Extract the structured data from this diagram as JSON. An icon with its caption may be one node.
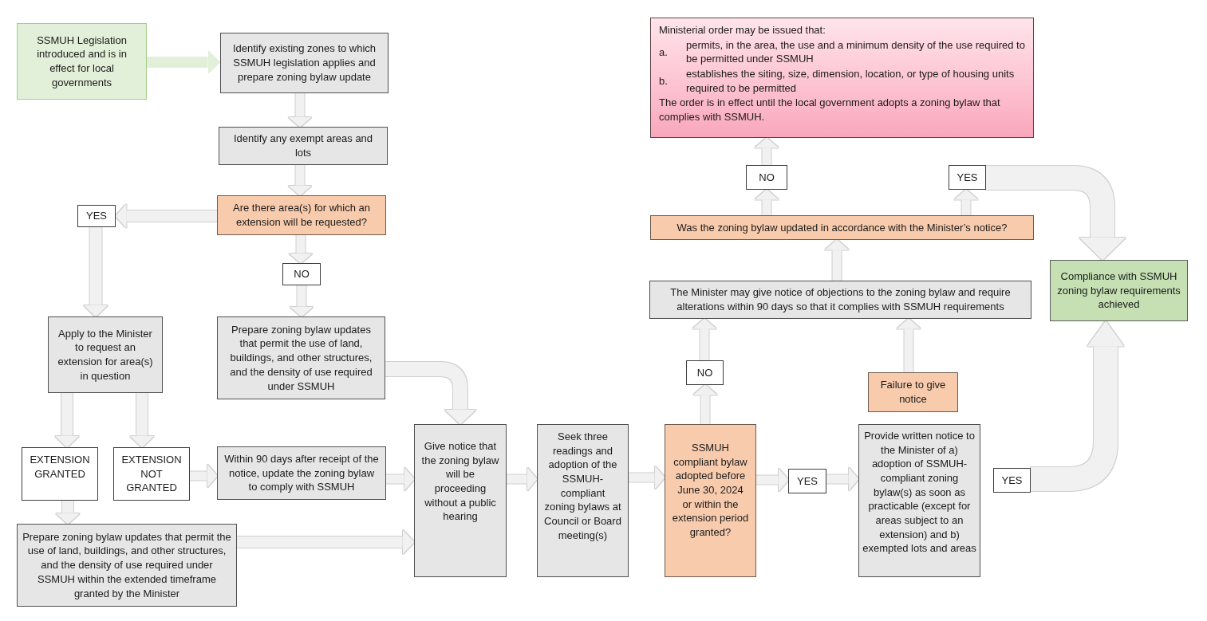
{
  "diagram": {
    "nodes": [
      {
        "text": [
          "SSMUH Legislation introduced and is in effect for local governments"
        ]
      },
      {
        "text": [
          "Identify existing zones to which SSMUH legislation applies and prepare zoning bylaw update"
        ]
      },
      {
        "text": [
          "Identify any exempt areas and lots"
        ]
      },
      {
        "text": [
          "Are there area(s) for which an extension will be requested?"
        ]
      },
      {
        "text": [
          "YES"
        ]
      },
      {
        "text": [
          "NO"
        ]
      },
      {
        "text": [
          "Apply to the Minister to request an extension for area(s) in question"
        ]
      },
      {
        "text": [
          "Prepare zoning bylaw updates that permit the use of land, buildings, and other structures, and the density of use required under SSMUH"
        ]
      },
      {
        "text": [
          "EXTENSION GRANTED"
        ]
      },
      {
        "text": [
          "EXTENSION NOT GRANTED"
        ]
      },
      {
        "text": [
          "Within 90 days after receipt of the notice, update the zoning bylaw to comply with SSMUH"
        ]
      },
      {
        "text": [
          "Prepare zoning bylaw updates that permit the use of land, buildings, and other structures, and the density of use required under SSMUH within the extended timeframe granted by the Minister"
        ]
      },
      {
        "text": [
          "Give notice that the zoning bylaw will be proceeding without a public hearing"
        ]
      },
      {
        "text": [
          "Seek three readings and adoption of the SSMUH-compliant zoning bylaws at Council or Board meeting(s)"
        ]
      },
      {
        "text": [
          "SSMUH compliant bylaw adopted before June 30, 2024 or within the extension period granted?"
        ]
      },
      {
        "text": [
          "YES"
        ]
      },
      {
        "text": [
          "Provide written notice to the Minister of a) adoption of SSMUH-compliant zoning bylaw(s) as soon as practicable (except for areas subject to an extension) and b) exempted lots and areas"
        ]
      },
      {
        "text": [
          "YES"
        ]
      },
      {
        "text": [
          "Failure to give notice"
        ]
      },
      {
        "text": [
          "NO"
        ]
      },
      {
        "text": [
          "The Minister may give notice of objections to the zoning bylaw and require alterations within 90 days so that it complies with SSMUH requirements"
        ]
      },
      {
        "text": [
          "Was the zoning bylaw updated in accordance with the Minister’s notice?"
        ]
      },
      {
        "text": [
          "NO"
        ]
      },
      {
        "text": [
          "YES"
        ]
      },
      {
        "text": [
          "Ministerial order may be issued that:",
          "a.",
          "permits, in the area, the use and a minimum density of the use required to be permitted under SSMUH",
          "b.",
          "establishes the siting, size, dimension, location, or type of housing units required to be permitted",
          "The order is in effect until the local government adopts a zoning bylaw that complies with SSMUH."
        ]
      },
      {
        "text": [
          "Compliance with SSMUH zoning bylaw requirements achieved"
        ]
      }
    ],
    "edges": [
      {
        "from": 0,
        "to": 1,
        "arrow": "to",
        "color": "#e2efd9"
      },
      {
        "from": 1,
        "to": 2,
        "arrow": "to"
      },
      {
        "from": 2,
        "to": 3,
        "arrow": "to"
      },
      {
        "from": 3,
        "to": 4,
        "arrow": "to"
      },
      {
        "from": 3,
        "to": 5,
        "arrow": "to"
      },
      {
        "from": 4,
        "to": 6,
        "arrow": "to"
      },
      {
        "from": 5,
        "to": 7,
        "arrow": "to"
      },
      {
        "from": 6,
        "to": 8,
        "arrow": "to"
      },
      {
        "from": 6,
        "to": 9,
        "arrow": "to"
      },
      {
        "from": 8,
        "to": 11,
        "arrow": "to"
      },
      {
        "from": 9,
        "to": 10,
        "arrow": "to"
      },
      {
        "from": 7,
        "to": 12,
        "arrow": "to"
      },
      {
        "from": 10,
        "to": 12,
        "arrow": "to"
      },
      {
        "from": 11,
        "to": 12,
        "arrow": "to"
      },
      {
        "from": 12,
        "to": 13,
        "arrow": "to"
      },
      {
        "from": 13,
        "to": 14,
        "arrow": "to"
      },
      {
        "from": 14,
        "to": 15,
        "arrow": "to"
      },
      {
        "from": 15,
        "to": 16,
        "arrow": "to"
      },
      {
        "from": 17,
        "to": 25,
        "arrow": "to",
        "style": "thick"
      },
      {
        "from": 14,
        "to": 19,
        "arrow": "to"
      },
      {
        "from": 19,
        "to": 20,
        "arrow": "to"
      },
      {
        "from": 18,
        "to": 20,
        "arrow": "to"
      },
      {
        "from": 20,
        "to": 21,
        "arrow": "to"
      },
      {
        "from": 21,
        "to": 22,
        "arrow": "to"
      },
      {
        "from": 22,
        "to": 24,
        "arrow": "to"
      },
      {
        "from": 21,
        "to": 23,
        "arrow": "to"
      },
      {
        "from": 23,
        "to": 25,
        "arrow": "to",
        "style": "thick"
      }
    ]
  }
}
